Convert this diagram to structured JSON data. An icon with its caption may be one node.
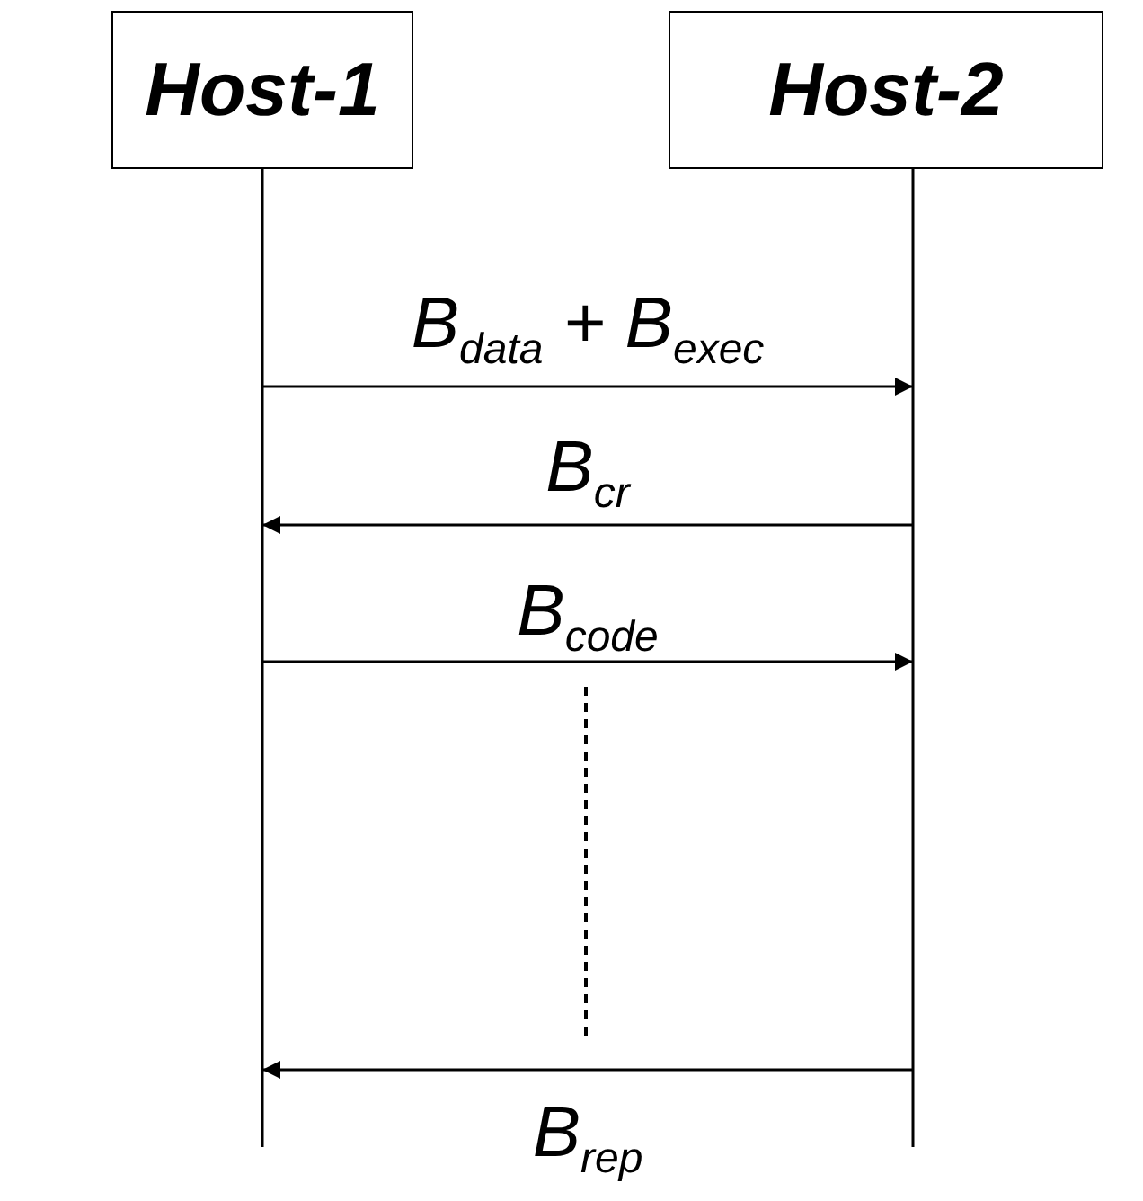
{
  "diagram": {
    "nodes": [
      {
        "text": [
          "Host-1"
        ]
      },
      {
        "text": [
          "Host-2"
        ]
      }
    ],
    "edges": [
      {
        "from": 0,
        "to": 1,
        "arrow": "to",
        "label": "B$_{data}$ + B$_{exec}$"
      },
      {
        "from": 1,
        "to": 0,
        "arrow": "to",
        "label": "B$_{cr}$"
      },
      {
        "from": 0,
        "to": 1,
        "arrow": "to",
        "label": "B$_{code}$"
      },
      {
        "from": 1,
        "to": 0,
        "arrow": "to",
        "label": "B$_{rep}$"
      }
    ]
  }
}
